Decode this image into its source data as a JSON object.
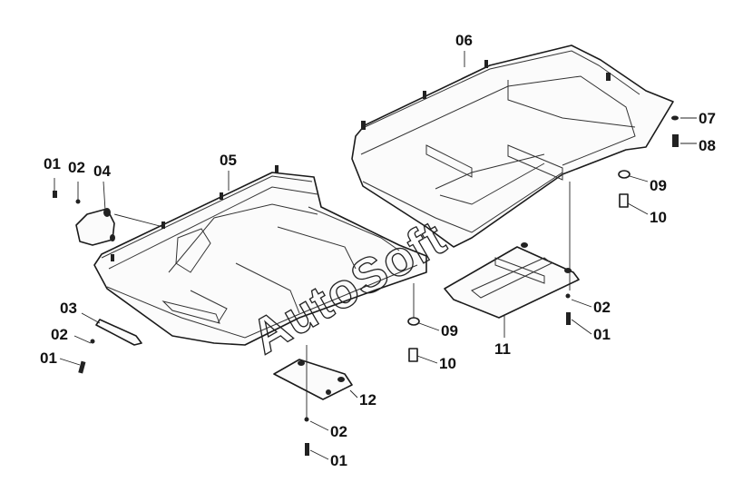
{
  "watermark": "AutoSoft",
  "callouts": [
    {
      "id": "c-06-top",
      "text": "06"
    },
    {
      "id": "c-07",
      "text": "07"
    },
    {
      "id": "c-08",
      "text": "08"
    },
    {
      "id": "c-09-right",
      "text": "09"
    },
    {
      "id": "c-10-right",
      "text": "10"
    },
    {
      "id": "c-01-left",
      "text": "01"
    },
    {
      "id": "c-02-left",
      "text": "02"
    },
    {
      "id": "c-04",
      "text": "04"
    },
    {
      "id": "c-05",
      "text": "05"
    },
    {
      "id": "c-03",
      "text": "03"
    },
    {
      "id": "c-02-lower-left",
      "text": "02"
    },
    {
      "id": "c-01-lower-left",
      "text": "01"
    },
    {
      "id": "c-02-mid-right",
      "text": "02"
    },
    {
      "id": "c-01-mid-right",
      "text": "01"
    },
    {
      "id": "c-09-mid",
      "text": "09"
    },
    {
      "id": "c-10-mid",
      "text": "10"
    },
    {
      "id": "c-11",
      "text": "11"
    },
    {
      "id": "c-12",
      "text": "12"
    },
    {
      "id": "c-02-bottom",
      "text": "02"
    },
    {
      "id": "c-01-bottom",
      "text": "01"
    }
  ]
}
